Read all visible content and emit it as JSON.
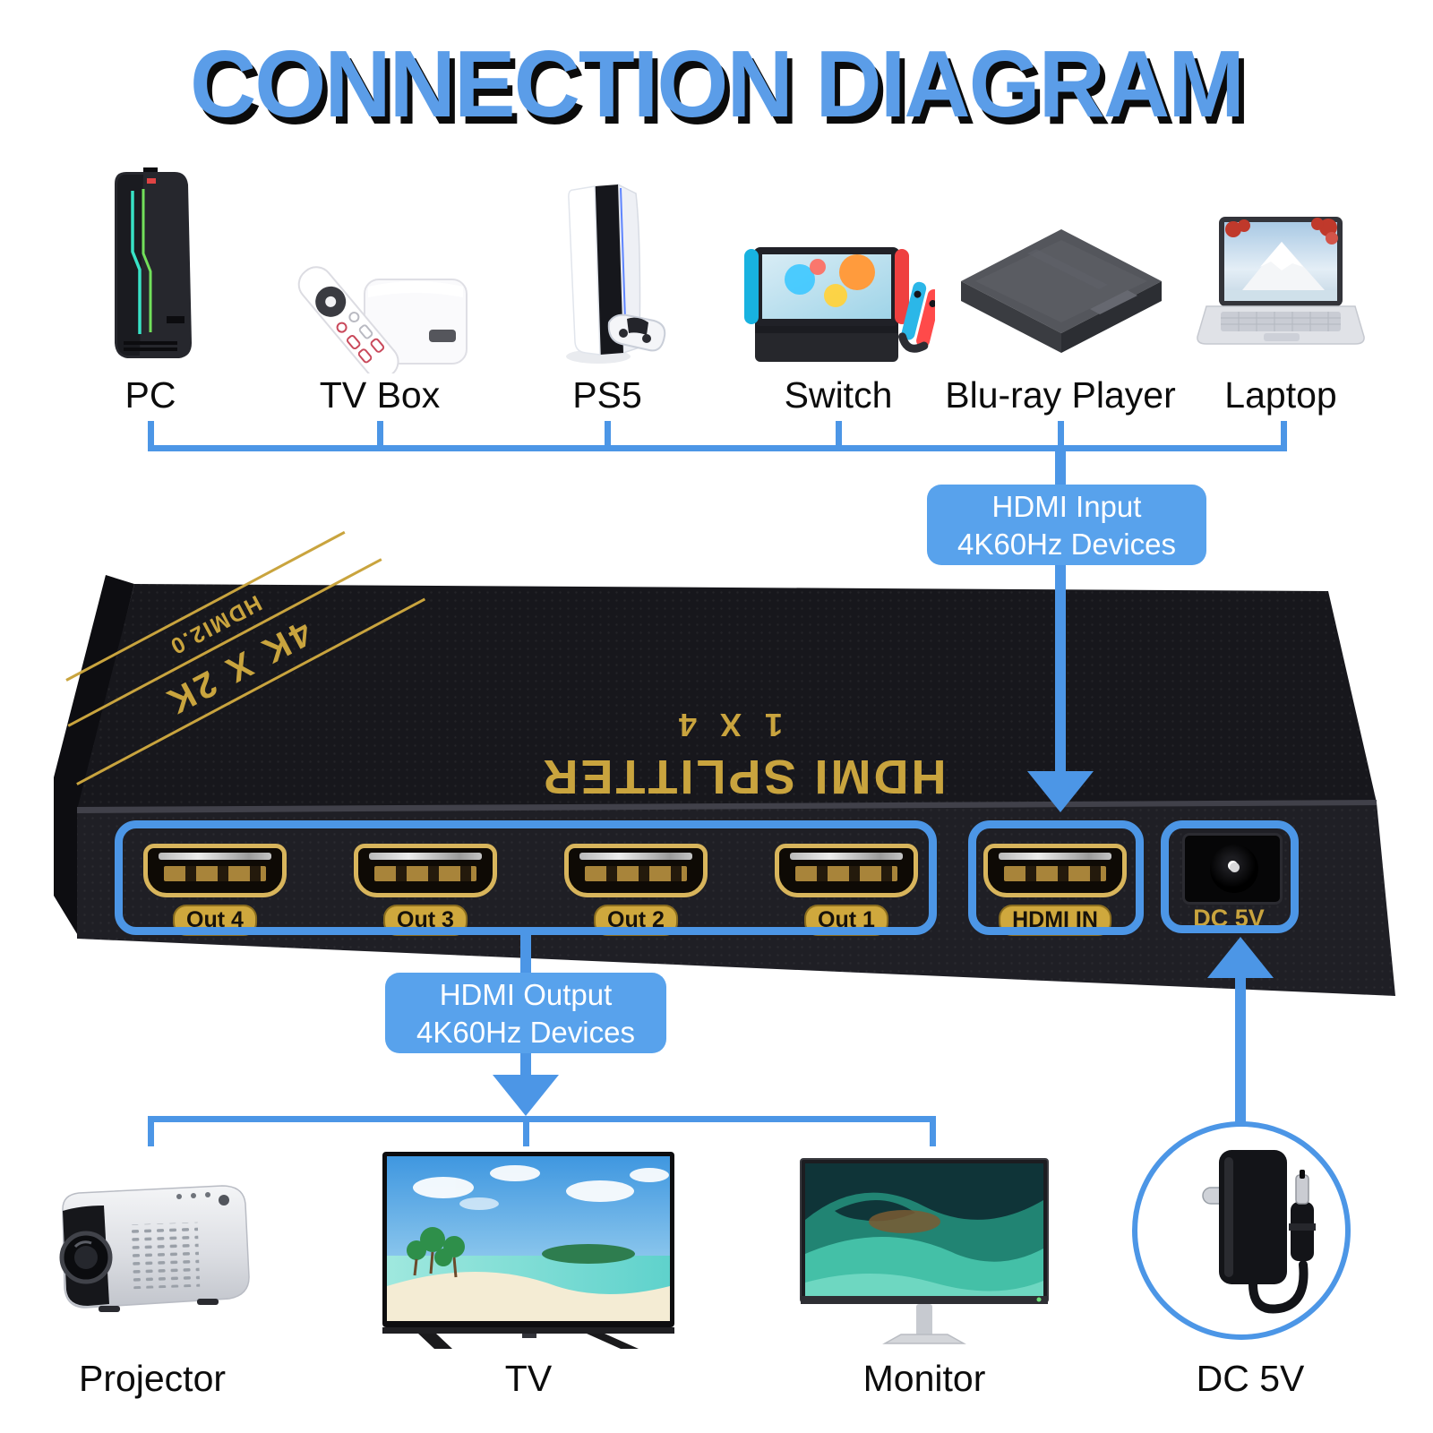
{
  "title": "CONNECTION DIAGRAM",
  "input_section": {
    "devices": [
      {
        "label": "PC"
      },
      {
        "label": "TV Box"
      },
      {
        "label": "PS5"
      },
      {
        "label": "Switch"
      },
      {
        "label": "Blu-ray Player"
      },
      {
        "label": "Laptop"
      }
    ],
    "callout": {
      "line1": "HDMI Input",
      "line2": "4K60Hz Devices"
    }
  },
  "splitter": {
    "brand_line1": "HDMI SPLITTER",
    "brand_line2": "1 X 4",
    "corner_badge_primary": "4K X 2K",
    "corner_badge_secondary": "HDMI2.0",
    "output_ports": [
      "Out 4",
      "Out 3",
      "Out 2",
      "Out 1"
    ],
    "input_port": "HDMI IN",
    "power_port": "DC 5V"
  },
  "output_section": {
    "callout": {
      "line1": "HDMI Output",
      "line2": "4K60Hz Devices"
    },
    "devices": [
      {
        "label": "Projector"
      },
      {
        "label": "TV"
      },
      {
        "label": "Monitor"
      }
    ],
    "power": {
      "label": "DC 5V"
    }
  },
  "colors": {
    "title_blue": "#5b9de8",
    "line_blue": "#4c96e6",
    "callout_blue": "#58a2ec",
    "gold": "#c9a43e",
    "case_black": "#17171c"
  }
}
